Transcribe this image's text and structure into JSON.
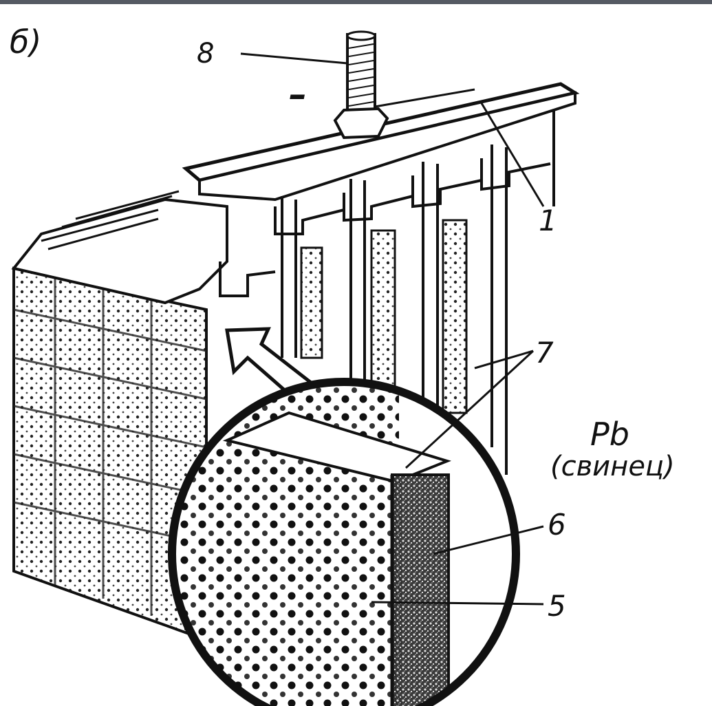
{
  "figure": {
    "panel_label": "б)",
    "labels": {
      "terminal": "8",
      "polarity": "–",
      "strap": "1",
      "separators": "7",
      "paste_core": "6",
      "grid_frame": "5",
      "material": "Pb",
      "material_note": "(свинец)"
    }
  }
}
